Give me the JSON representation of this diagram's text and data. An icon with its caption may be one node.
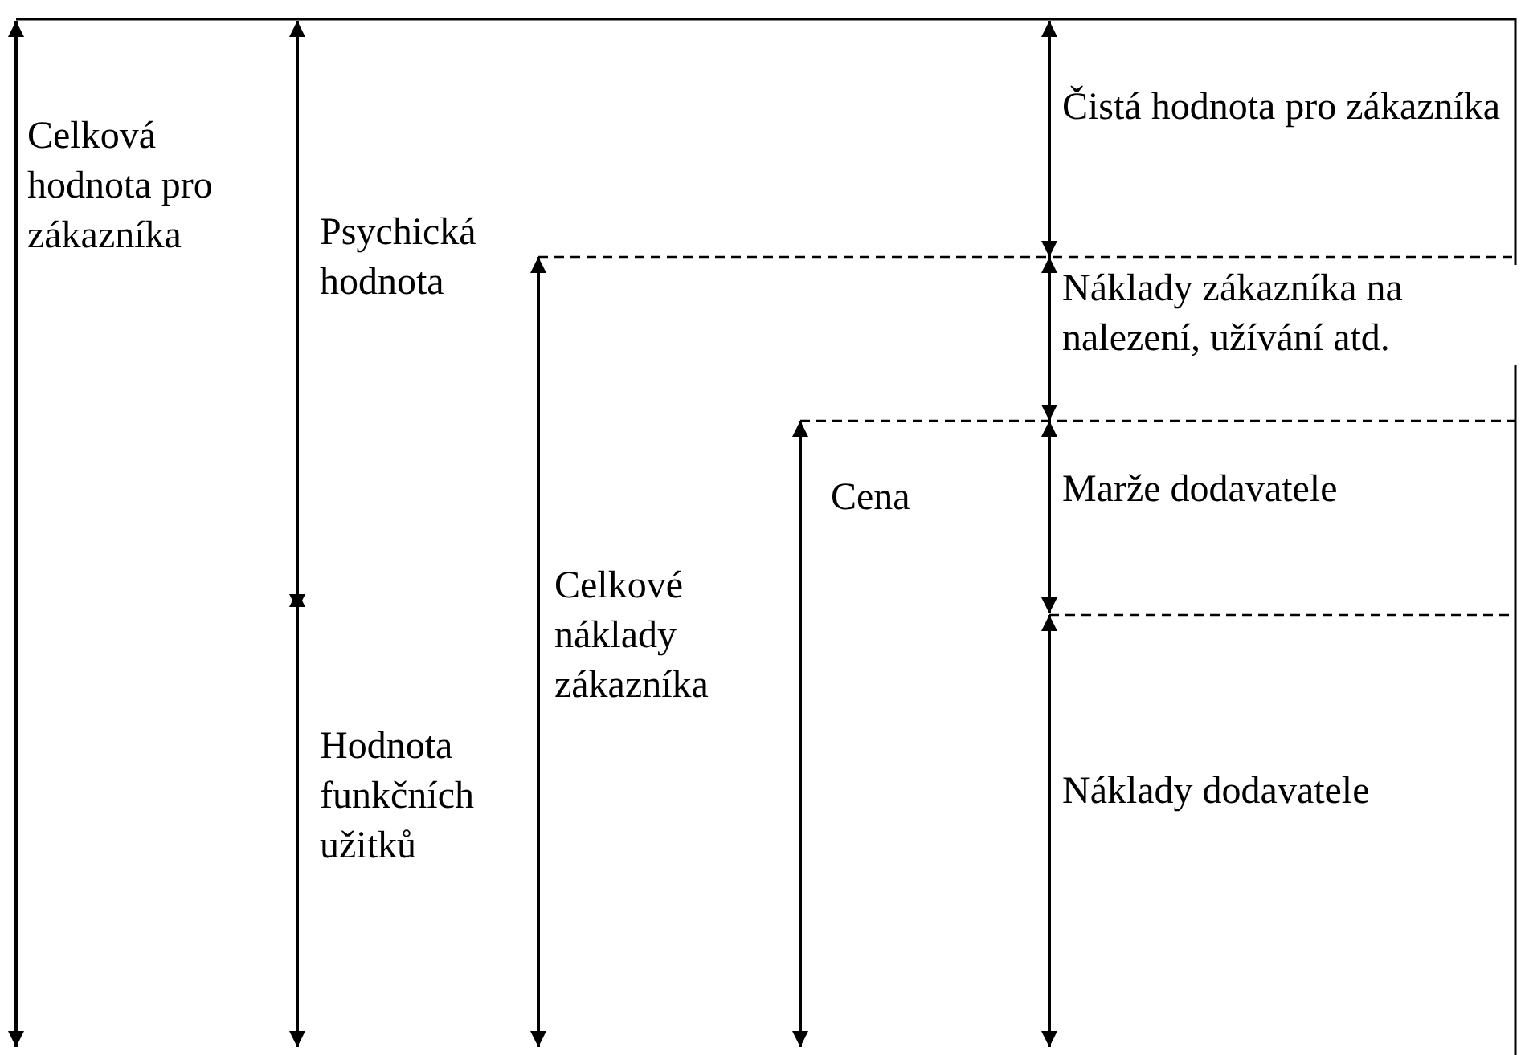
{
  "diagram": {
    "labels": [
      "Celková hodnota pro zákazníka",
      "Psychická hodnota",
      "Hodnota funkčních užitků",
      "Celkové náklady zákazníka",
      "Cena",
      "Čistá hodnota pro zákazníka",
      "Náklady zákazníka na nalezení, užívání atd.",
      "Marže dodavatele",
      "Náklady dodavatele"
    ]
  }
}
